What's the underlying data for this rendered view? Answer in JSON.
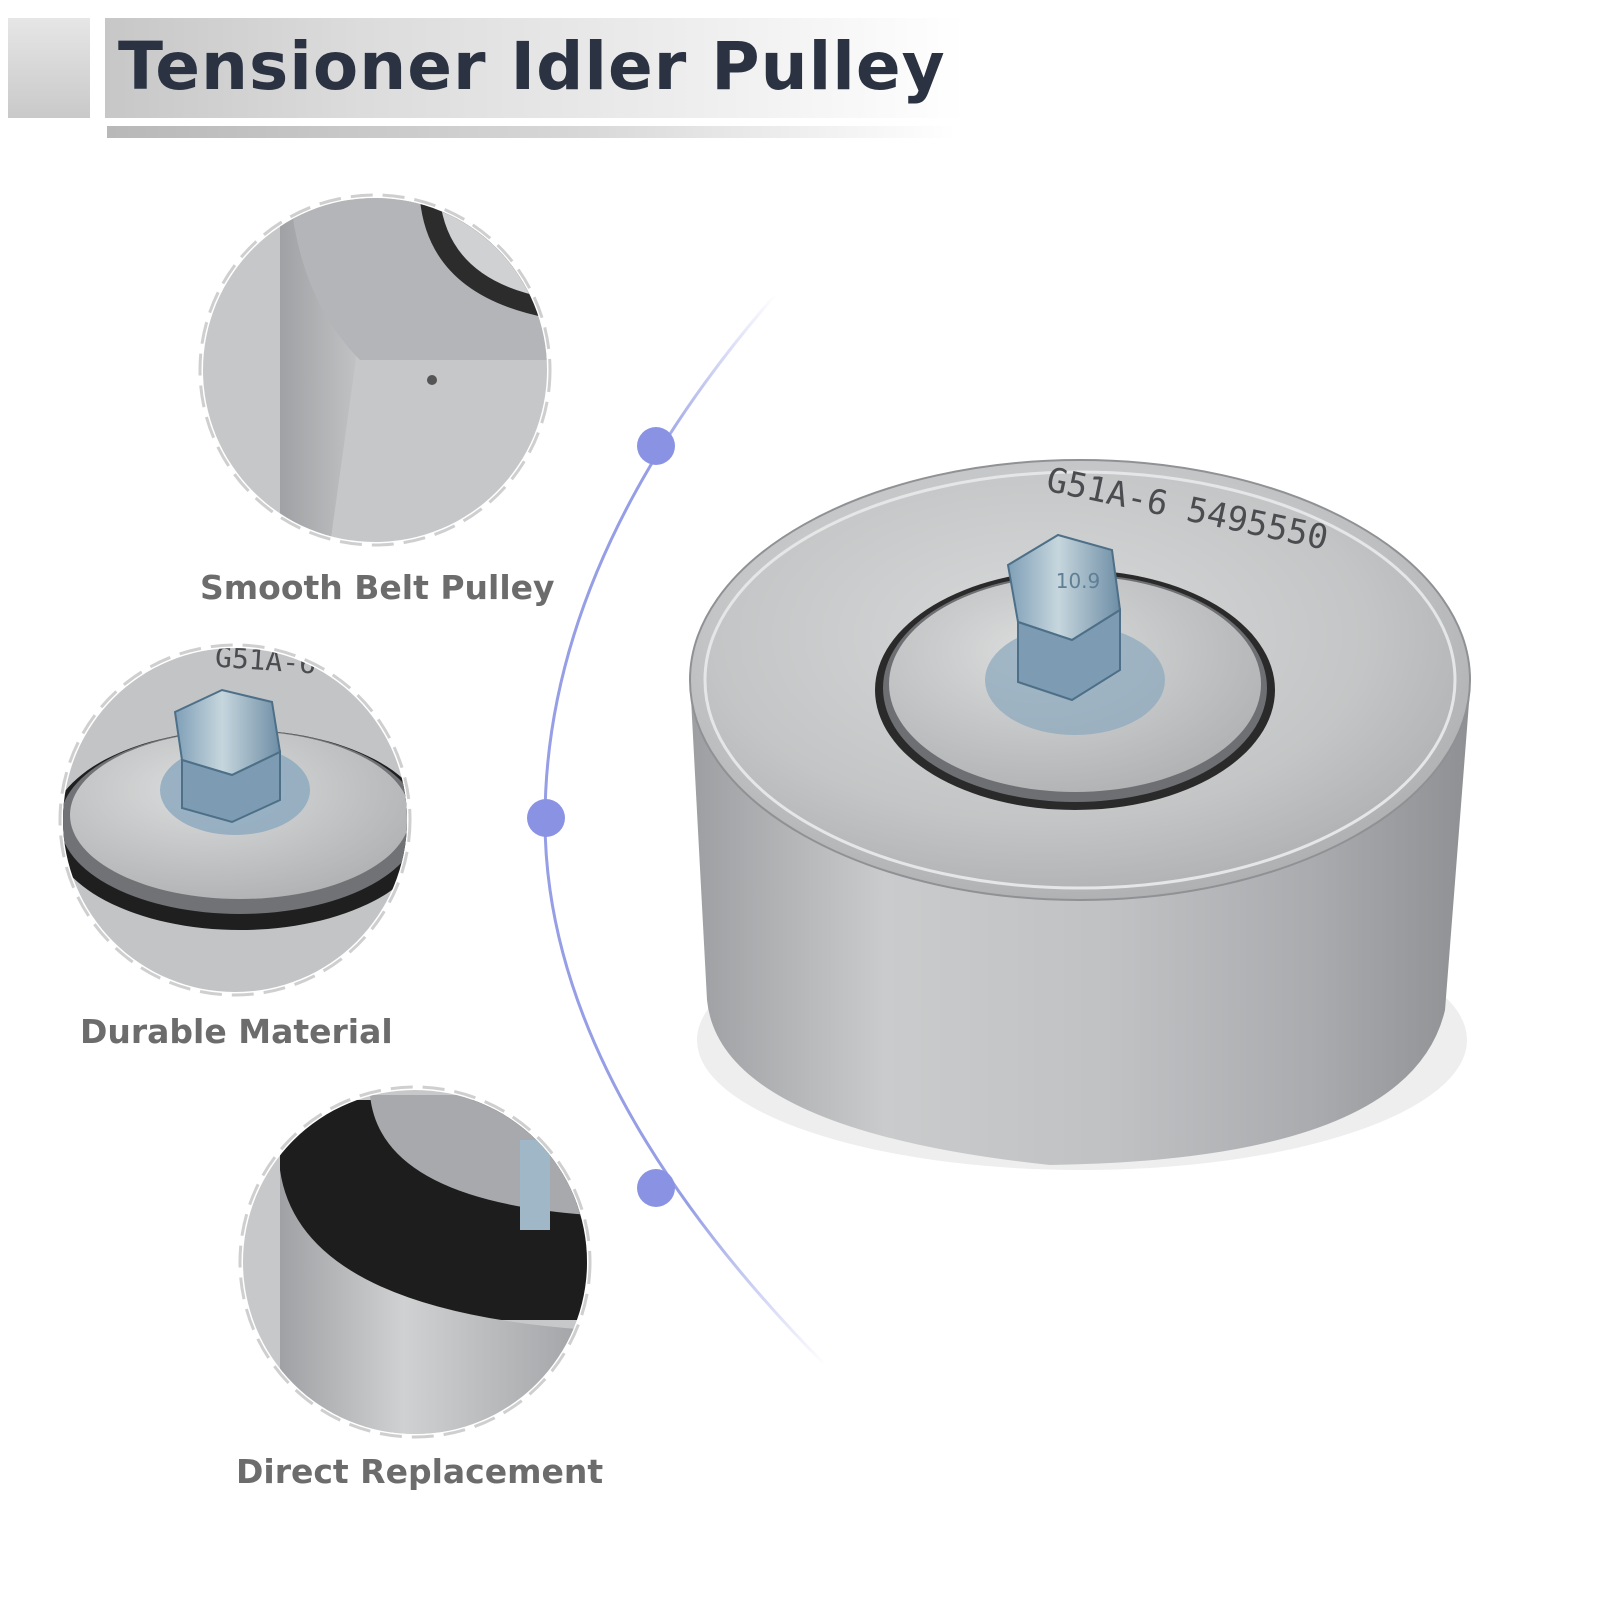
{
  "title": "Tensioner Idler Pulley",
  "features": [
    {
      "label": "Smooth Belt Pulley"
    },
    {
      "label": "Durable Material"
    },
    {
      "label": "Direct Replacement"
    }
  ],
  "part_marking": "G51A-6 5495550",
  "bolt_marking": "10.9",
  "detail_marking": "G51A-6",
  "colors": {
    "accent": "#8a93e3",
    "title_text": "#2b3343",
    "label_text": "#6c6c6c",
    "metal": "#b7b9bb"
  },
  "icons": [
    "timeline-dot-icon",
    "timeline-dot-icon",
    "timeline-dot-icon"
  ]
}
